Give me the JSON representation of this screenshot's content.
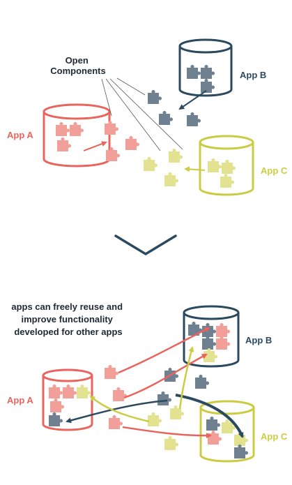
{
  "colors": {
    "app_a": "#e8645c",
    "app_a_piece": "#f29f9a",
    "app_b": "#2b4a5f",
    "app_b_piece": "#6f8091",
    "app_c": "#cccc44",
    "app_c_piece": "#e3e291",
    "text": "#1d2a35",
    "chevron": "#2b4a5f"
  },
  "top": {
    "open_components_line1": "Open",
    "open_components_line2": "Components",
    "app_a": "App A",
    "app_b": "App B",
    "app_c": "App C"
  },
  "bottom": {
    "caption_lines": [
      "apps can freely reuse and",
      "improve  functionality",
      "developed for other apps"
    ],
    "app_a": "App A",
    "app_b": "App B",
    "app_c": "App C"
  },
  "icons": {
    "transition": "chevron-down-icon",
    "component": "puzzle-piece-icon"
  }
}
